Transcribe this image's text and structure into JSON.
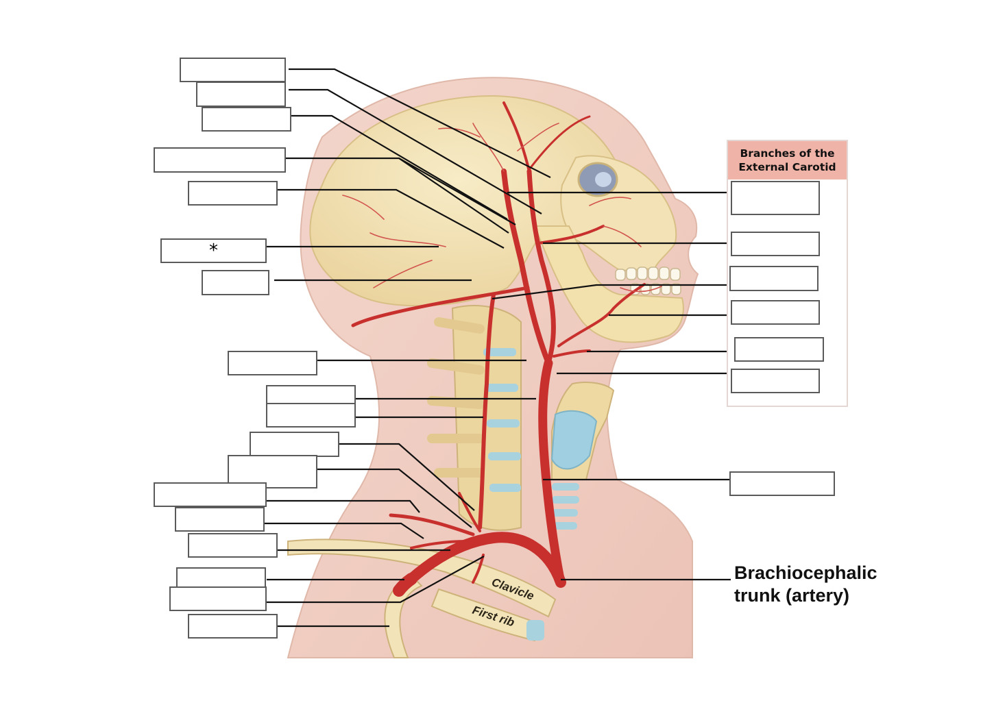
{
  "legend": {
    "title": "Branches of the\nExternal Carotid"
  },
  "labels": {
    "asterisk": "*",
    "brachiocephalic_line1": "Brachiocephalic",
    "brachiocephalic_line2": "trunk (artery)",
    "clavicle": "Clavicle",
    "first_rib": "First rib"
  },
  "colors": {
    "artery": "#c8302e",
    "bone": "#f1dfae",
    "skin": "#f1cfc4",
    "cartilage": "#9fcfe0",
    "legend_header": "#f0b3a8",
    "leader_line": "#111111"
  }
}
